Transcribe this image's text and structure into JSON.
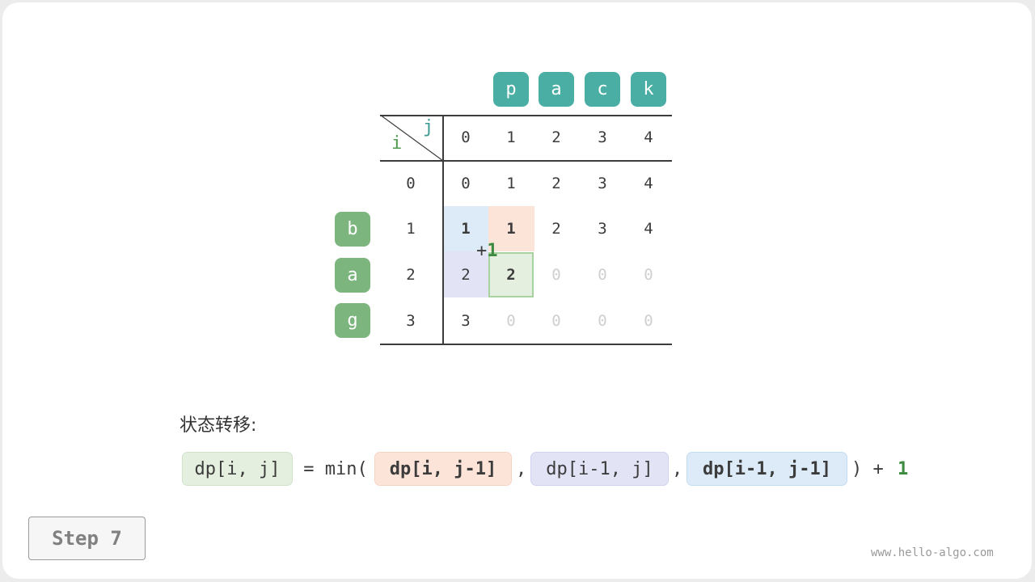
{
  "target_chars": [
    "p",
    "a",
    "c",
    "k"
  ],
  "source_chars": [
    "b",
    "a",
    "g"
  ],
  "corner": {
    "j": "j",
    "i": "i"
  },
  "col_indices": [
    "0",
    "1",
    "2",
    "3",
    "4"
  ],
  "row_indices": [
    "0",
    "1",
    "2",
    "3"
  ],
  "dp_table": [
    [
      "0",
      "1",
      "2",
      "3",
      "4"
    ],
    [
      "1",
      "1",
      "2",
      "3",
      "4"
    ],
    [
      "2",
      "2",
      "0",
      "0",
      "0"
    ],
    [
      "3",
      "0",
      "0",
      "0",
      "0"
    ]
  ],
  "plus_one": {
    "plus": "+",
    "one": "1"
  },
  "state_transition_label": "状态转移:",
  "formula": {
    "lhs": "dp[i, j]",
    "equals_min": " = min(",
    "term_left": "dp[i, j-1]",
    "comma1": ",",
    "term_up": "dp[i-1, j]",
    "comma2": ",",
    "term_diag": "dp[i-1, j-1]",
    "close_plus": ") + ",
    "one": "1"
  },
  "step_label": "Step 7",
  "watermark": "www.hello-algo.com",
  "colors": {
    "col_tag": "#4aaea4",
    "row_tag": "#7cb57e",
    "highlight_diag": "#dcebf7",
    "highlight_left": "#fde4d9",
    "highlight_up": "#e2e4f6",
    "highlight_current": "#e4efdf",
    "current_border": "#a6d3a0",
    "accent_green": "#3d8b40"
  }
}
